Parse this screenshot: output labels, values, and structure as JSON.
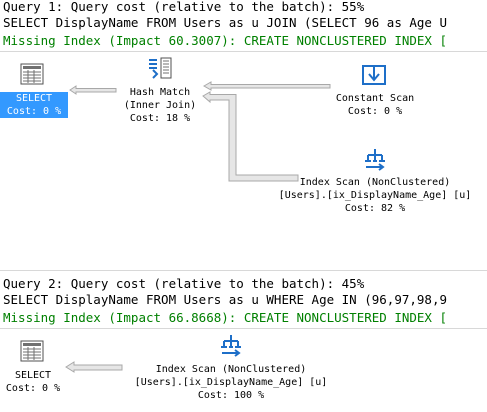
{
  "query1": {
    "header": "Query 1: Query cost (relative to the batch): 55%",
    "sql": "SELECT DisplayName FROM Users as u JOIN (SELECT 96 as Age U",
    "missing_index": "Missing Index (Impact 60.3007): CREATE NONCLUSTERED INDEX [",
    "select": {
      "label": "SELECT",
      "cost": "Cost: 0 %"
    },
    "hash": {
      "label": "Hash Match",
      "sub": "(Inner Join)",
      "cost": "Cost: 18 %"
    },
    "constant": {
      "label": "Constant Scan",
      "cost": "Cost: 0 %"
    },
    "index": {
      "label": "Index Scan (NonClustered)",
      "object": "[Users].[ix_DisplayName_Age] [u]",
      "cost": "Cost: 82 %"
    }
  },
  "query2": {
    "header": "Query 2: Query cost (relative to the batch): 45%",
    "sql": "SELECT DisplayName FROM Users as u WHERE Age IN (96,97,98,9",
    "missing_index": "Missing Index (Impact 66.8668): CREATE NONCLUSTERED INDEX [",
    "select": {
      "label": "SELECT",
      "cost": "Cost: 0 %"
    },
    "index": {
      "label": "Index Scan (NonClustered)",
      "object": "[Users].[ix_DisplayName_Age] [u]",
      "cost": "Cost: 100 %"
    }
  },
  "icons": [
    "select-icon",
    "hash-match-icon",
    "constant-scan-icon",
    "index-scan-icon"
  ],
  "colors": {
    "missing_index": "#008000",
    "selected_bg": "#3399ff",
    "arrow": "#c8c8c8"
  }
}
